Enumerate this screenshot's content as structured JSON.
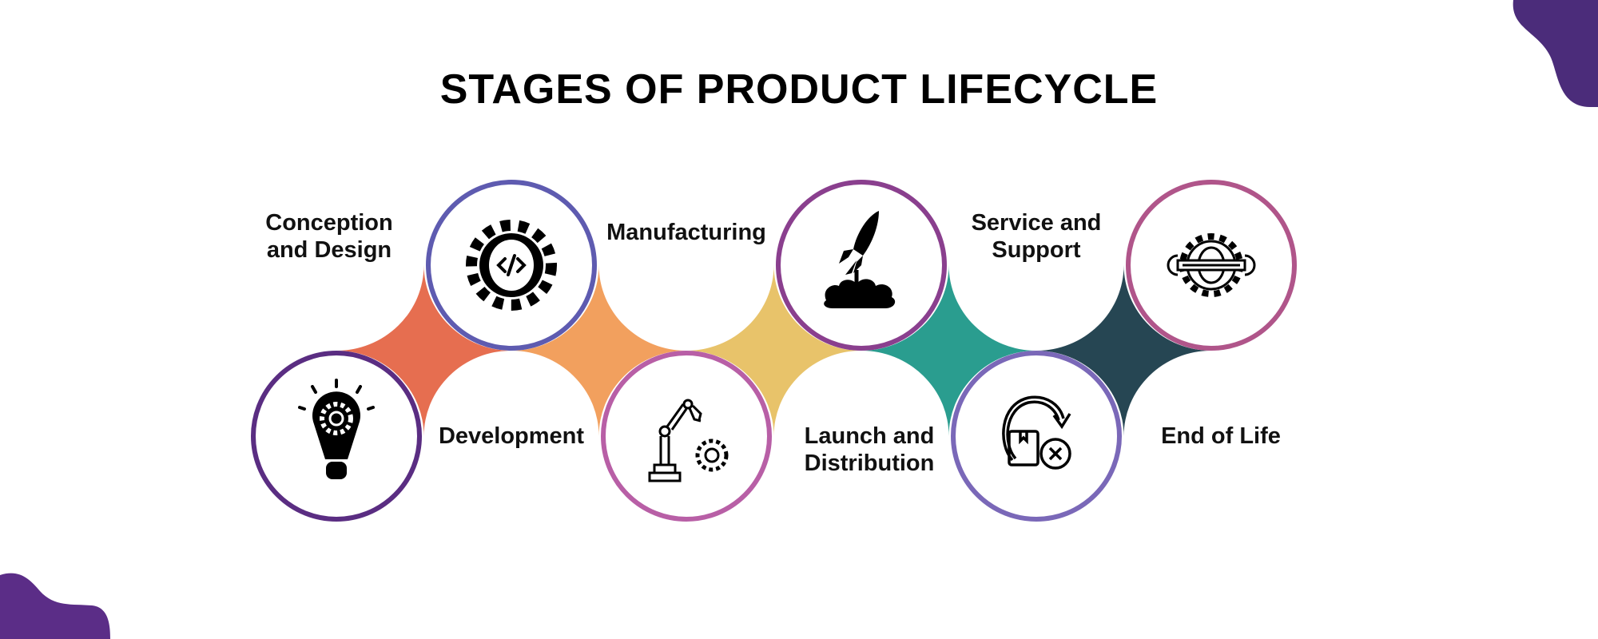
{
  "title": "STAGES OF PRODUCT LIFECYCLE",
  "stages": [
    {
      "label_line1": "Conception",
      "label_line2": "and Design",
      "icon": "lightbulb-gear-icon",
      "ring_color": "#5A2D82"
    },
    {
      "label_line1": "Development",
      "label_line2": "",
      "icon": "gear-code-icon",
      "ring_color": "#5E5BB0"
    },
    {
      "label_line1": "Manufacturing",
      "label_line2": "",
      "icon": "robot-arm-gear-icon",
      "ring_color": "#B85FA6"
    },
    {
      "label_line1": "Launch and",
      "label_line2": "Distribution",
      "icon": "rocket-launch-icon",
      "ring_color": "#8A3F8E"
    },
    {
      "label_line1": "Service and",
      "label_line2": "Support",
      "icon": "box-return-cancel-icon",
      "ring_color": "#7A68B8"
    },
    {
      "label_line1": "End of Life",
      "label_line2": "",
      "icon": "wrench-gear-icon",
      "ring_color": "#B0558A"
    }
  ],
  "connector_colors": [
    "#E66E50",
    "#F2A05E",
    "#E8C36A",
    "#2A9D8F",
    "#264653"
  ],
  "accent_color": "#4F2C7E"
}
